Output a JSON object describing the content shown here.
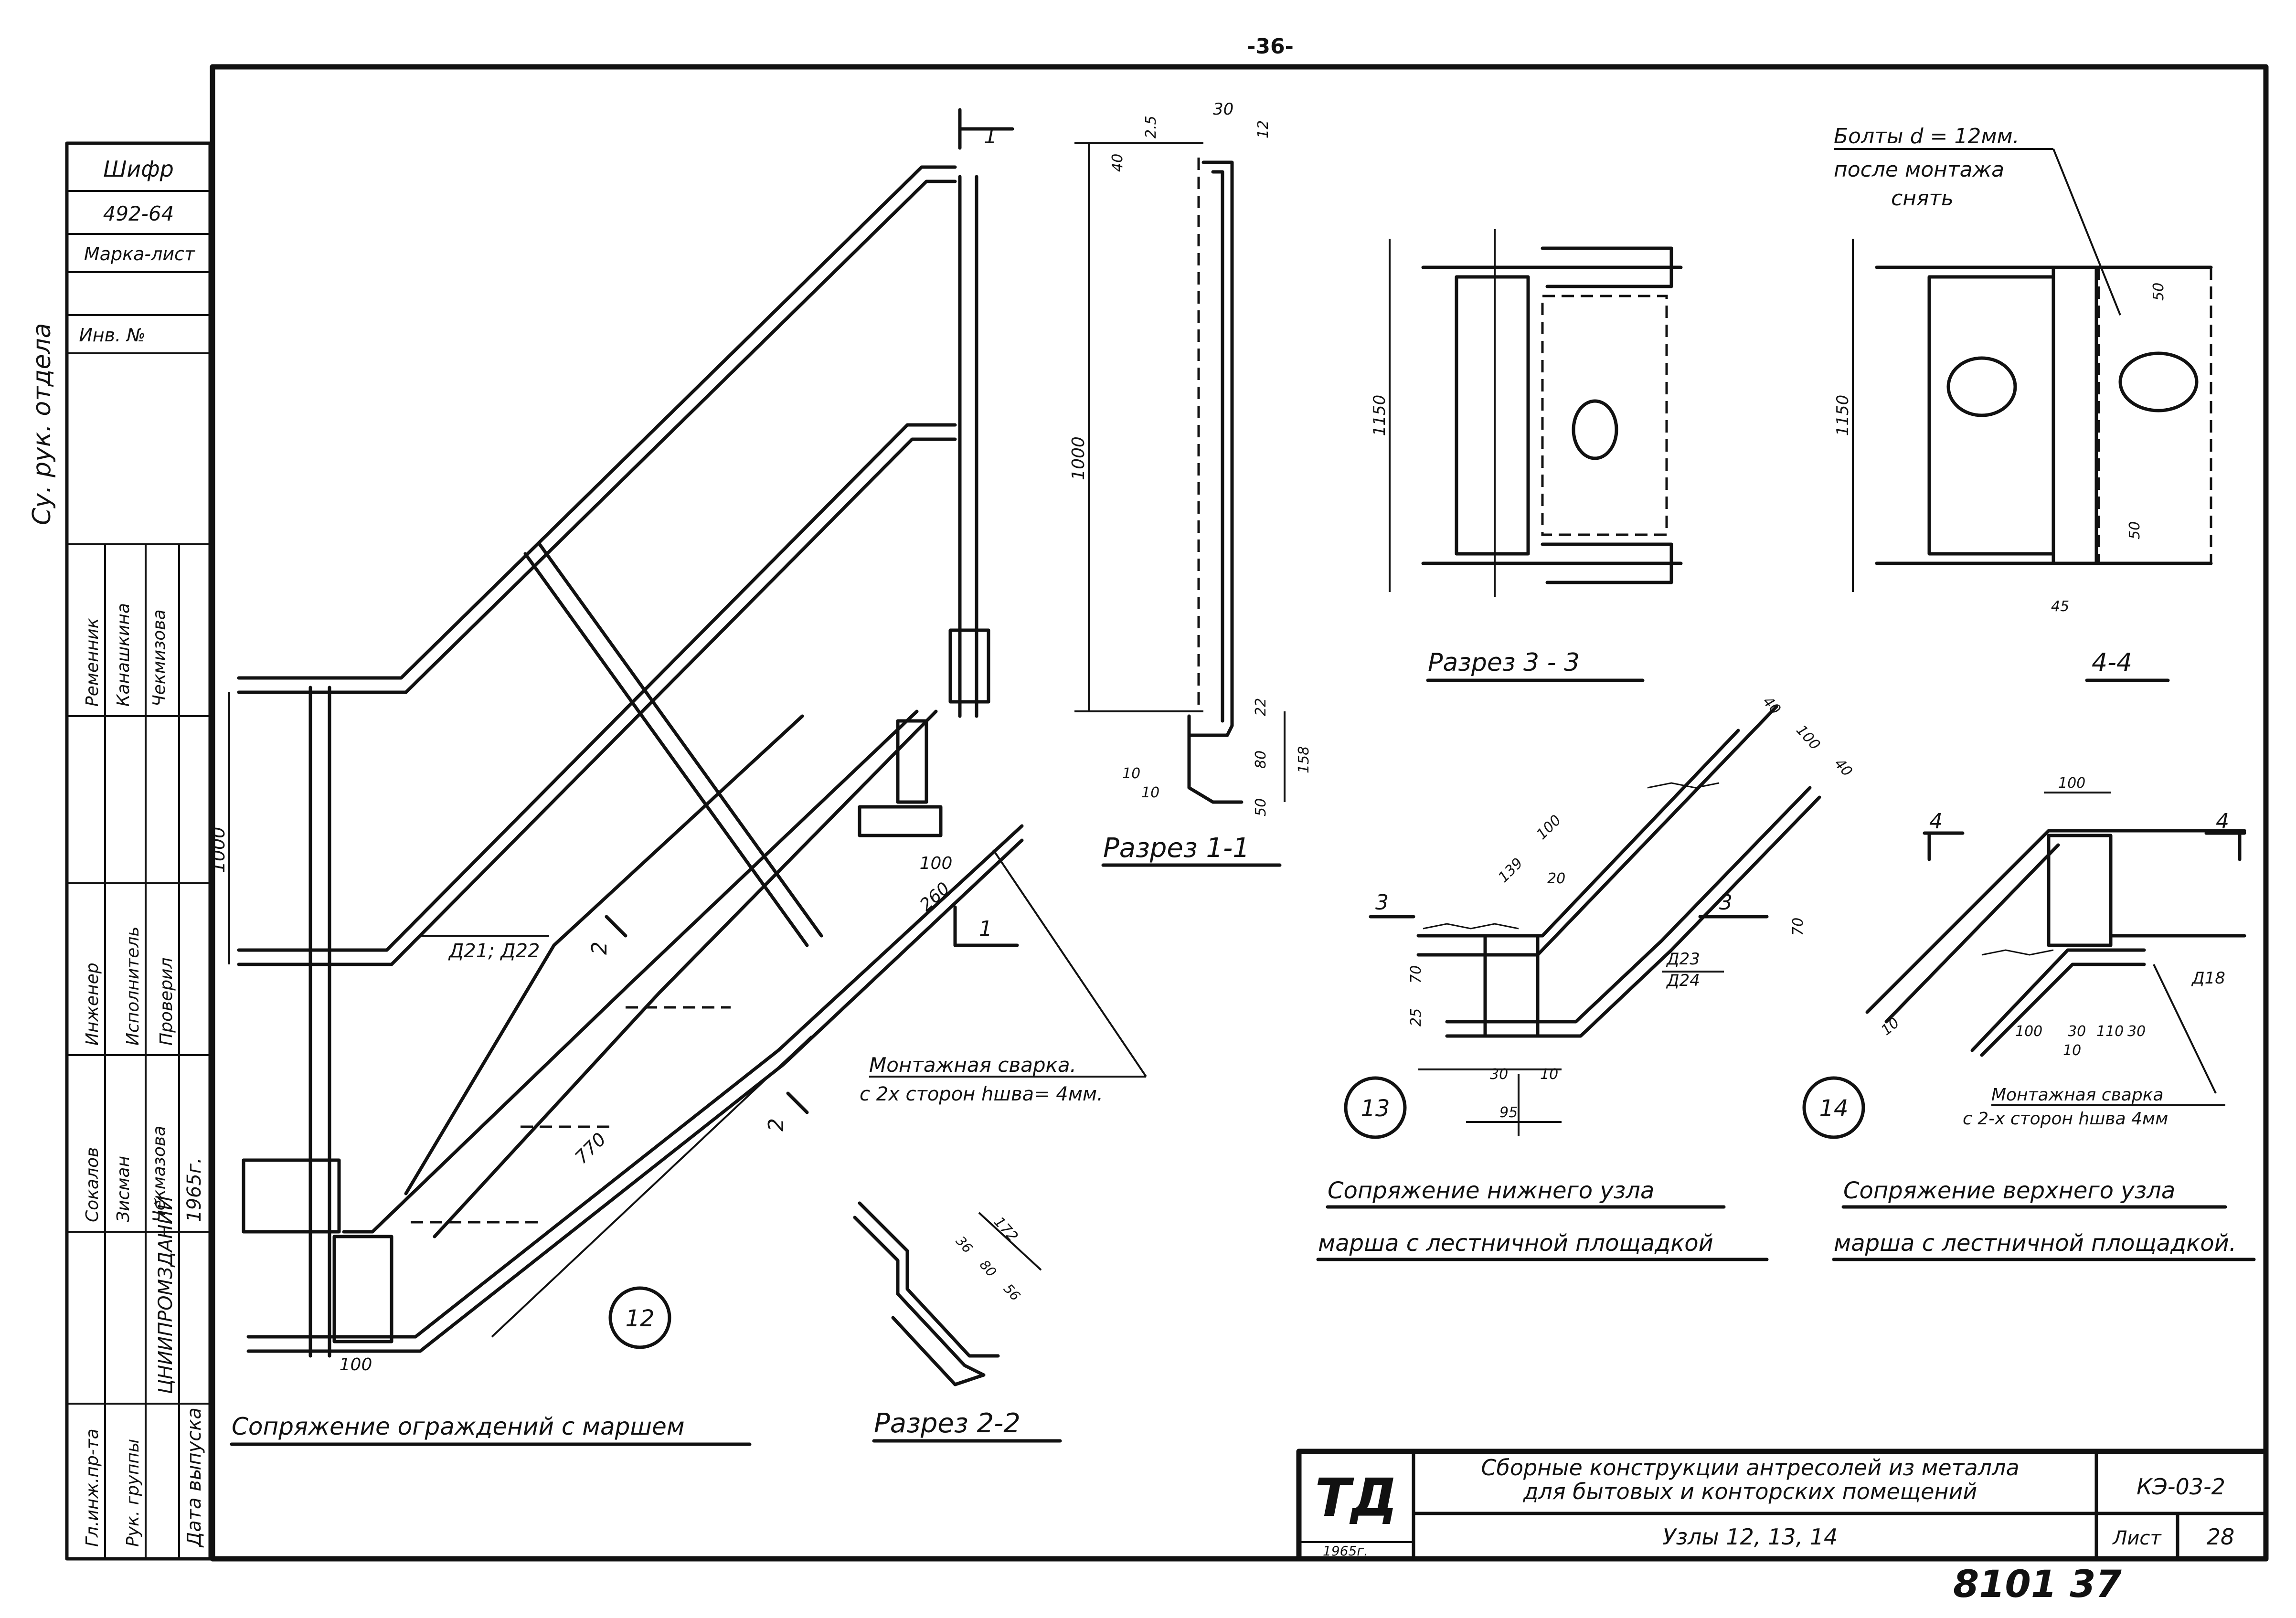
{
  "page_number": "-36-",
  "side_stamp": {
    "cipher_label": "Шифр",
    "cipher_value": "492-64",
    "mark_sheet_label": "Марка-лист",
    "inv_label": "Инв. №",
    "handwritten_vertical": "Су. рук. отдела",
    "roles": [
      "Гл.инж.пр-та",
      "Рук. группы",
      "Инженер",
      "Исполнитель",
      "Проверил"
    ],
    "names": [
      "Ременник",
      "Канашкина",
      "Чекмизова",
      "Сокалов",
      "Зисман",
      "Чекмазова"
    ],
    "org": "ЦНИИПРОМЗДАНИЙ",
    "issue_label": "Дата выпуска",
    "year": "1965г."
  },
  "drawings": {
    "node12": {
      "number": "12",
      "caption": "Сопряжение ограждений с маршем",
      "dims": [
        "1000",
        "100",
        "260",
        "770",
        "100"
      ],
      "refs": [
        "Д21; Д22"
      ],
      "section_marks": [
        "1",
        "1",
        "2",
        "2"
      ]
    },
    "section11": {
      "caption": "Разрез 1-1",
      "dims": [
        "30",
        "2.5",
        "40",
        "12",
        "1000",
        "22",
        "80",
        "50",
        "158",
        "10",
        "10"
      ]
    },
    "section22": {
      "caption": "Разрез 2-2",
      "dims": [
        "172",
        "36",
        "80",
        "56"
      ]
    },
    "section33": {
      "caption": "Разрез 3 - 3",
      "dims": [
        "1150"
      ]
    },
    "section44": {
      "caption": "4-4",
      "dims": [
        "1150",
        "50",
        "50",
        "45"
      ],
      "note_line1": "Болты d = 12мм.",
      "note_line2": "после монтажа",
      "note_line3": "снять"
    },
    "node13": {
      "number": "13",
      "caption_line1": "Сопряжение нижнего узла",
      "caption_line2": "марша с лестничной площадкой",
      "dims": [
        "40",
        "100",
        "40",
        "139",
        "100",
        "20",
        "70",
        "25",
        "70",
        "30",
        "10",
        "95"
      ],
      "refs": [
        "Д23",
        "Д24"
      ],
      "section_marks": [
        "3",
        "3"
      ]
    },
    "node14": {
      "number": "14",
      "caption_line1": "Сопряжение верхнего узла",
      "caption_line2": "марша с лестничной площадкой.",
      "dims": [
        "100",
        "100",
        "30",
        "110",
        "30",
        "10",
        "10"
      ],
      "refs": [
        "Д18"
      ],
      "section_marks": [
        "4",
        "4"
      ],
      "weld_note_line1": "Монтажная сварка",
      "weld_note_line2": "с 2-х сторон hшва 4мм"
    },
    "weld_note": {
      "line1": "Монтажная сварка.",
      "line2": "с 2х сторон hшва= 4мм."
    }
  },
  "title_block": {
    "logo": "ТД",
    "logo_year": "1965г.",
    "title_line1": "Сборные конструкции антресолей из металла",
    "title_line2": "для бытовых и конторских помещений",
    "subtitle": "Узлы 12, 13, 14",
    "code": "КЭ-03-2",
    "sheet_label": "Лист",
    "sheet_number": "28"
  },
  "archive_number": "8101 37"
}
